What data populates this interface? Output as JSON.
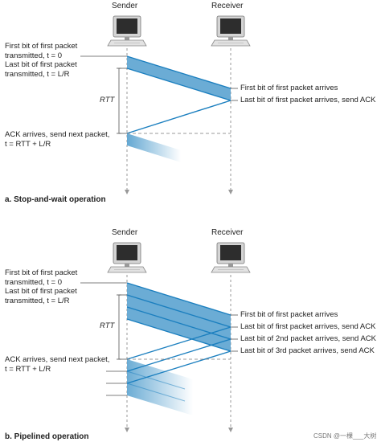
{
  "top": {
    "sender": "Sender",
    "receiver": "Receiver",
    "left_labels": [
      [
        "First bit of first packet",
        "transmitted, t = 0"
      ],
      [
        "Last bit of first packet",
        "transmitted, t = L/R"
      ],
      [
        "ACK arrives, send next packet,",
        "t = RTT + L/R"
      ]
    ],
    "right_labels": [
      "First bit of first packet arrives",
      "Last bit of first packet arrives, send ACK"
    ],
    "rtt": "RTT",
    "caption": "a. Stop-and-wait operation"
  },
  "bottom": {
    "sender": "Sender",
    "receiver": "Receiver",
    "left_labels": [
      [
        "First bit of first packet",
        "transmitted, t = 0"
      ],
      [
        "Last bit of first packet",
        "transmitted, t = L/R"
      ],
      [
        "ACK arrives, send next packet,",
        "t = RTT + L/R"
      ]
    ],
    "right_labels": [
      "First bit of first packet arrives",
      "Last bit of first packet arrives, send ACK",
      "Last bit of 2nd packet arrives, send ACK",
      "Last bit of 3rd packet arrives, send ACK"
    ],
    "rtt": "RTT",
    "caption": "b. Pipelined operation"
  },
  "watermark": "CSDN @一棵___大树",
  "colors": {
    "packet_fill": "#5ba3d0",
    "packet_edge": "#1b7fbf",
    "timeline": "#999999",
    "dashed": "#777777"
  }
}
